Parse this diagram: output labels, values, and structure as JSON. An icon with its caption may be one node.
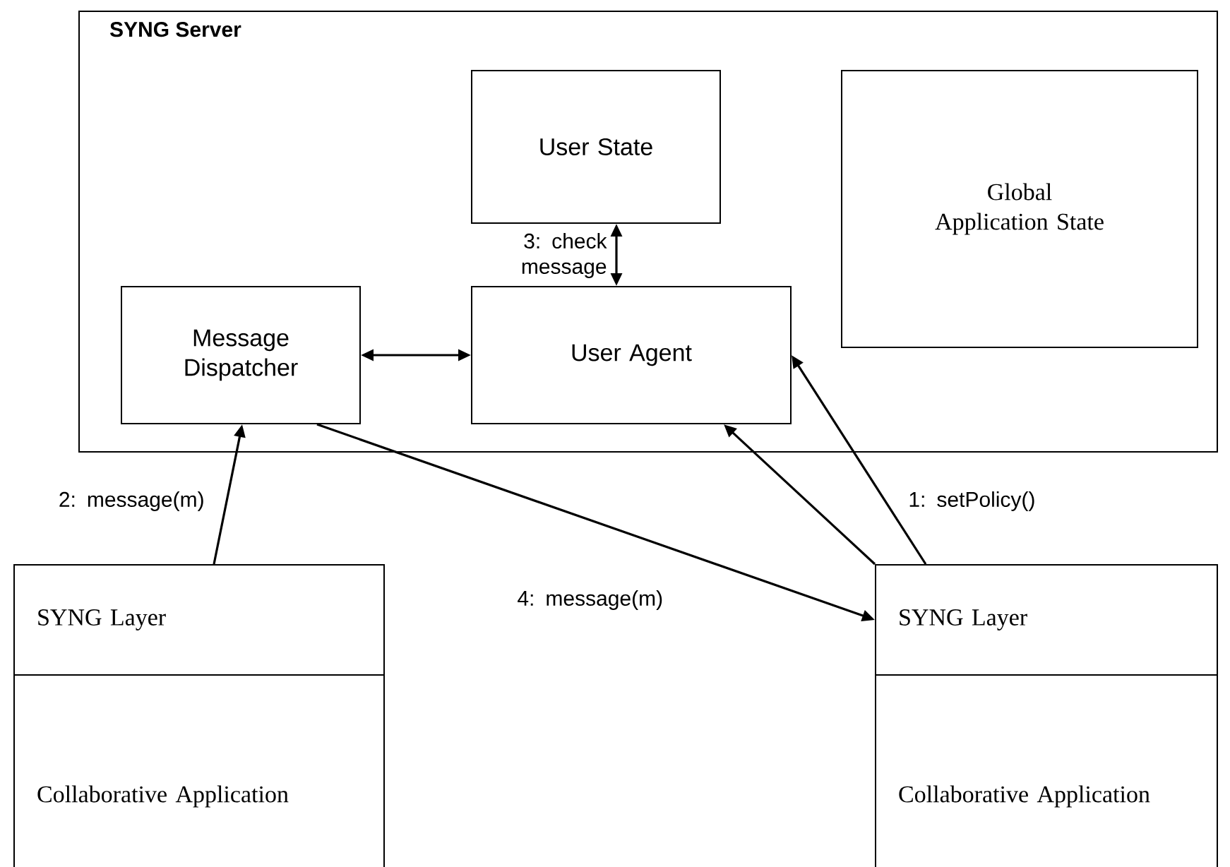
{
  "diagram": {
    "nodes": [
      {
        "text": [
          "SYNG Server"
        ]
      },
      {
        "text": [
          "User State"
        ],
        "in": 0
      },
      {
        "text": [
          "Global Application State"
        ],
        "in": 0
      },
      {
        "text": [
          "Message Dispatcher"
        ],
        "in": 0
      },
      {
        "text": [
          "User Agent"
        ],
        "in": 0
      },
      {
        "text": [
          "SYNG Layer"
        ]
      },
      {
        "text": [
          "Collaborative Application"
        ]
      },
      {
        "text": [
          "SYNG Layer"
        ]
      },
      {
        "text": [
          "Collaborative Application"
        ]
      }
    ],
    "edges": [
      {
        "from": 3,
        "to": 4,
        "arrow": "both"
      },
      {
        "from": 1,
        "to": 4,
        "arrow": "both",
        "label": "3: check message"
      },
      {
        "from": 5,
        "to": 3,
        "arrow": "to",
        "label": "2: message(m)"
      },
      {
        "from": 3,
        "to": 7,
        "arrow": "to",
        "label": "4: message(m)"
      },
      {
        "from": 7,
        "to": 4,
        "arrow": "to"
      },
      {
        "from": 7,
        "to": 4,
        "arrow": "to",
        "label": "1: setPolicy()"
      }
    ]
  }
}
